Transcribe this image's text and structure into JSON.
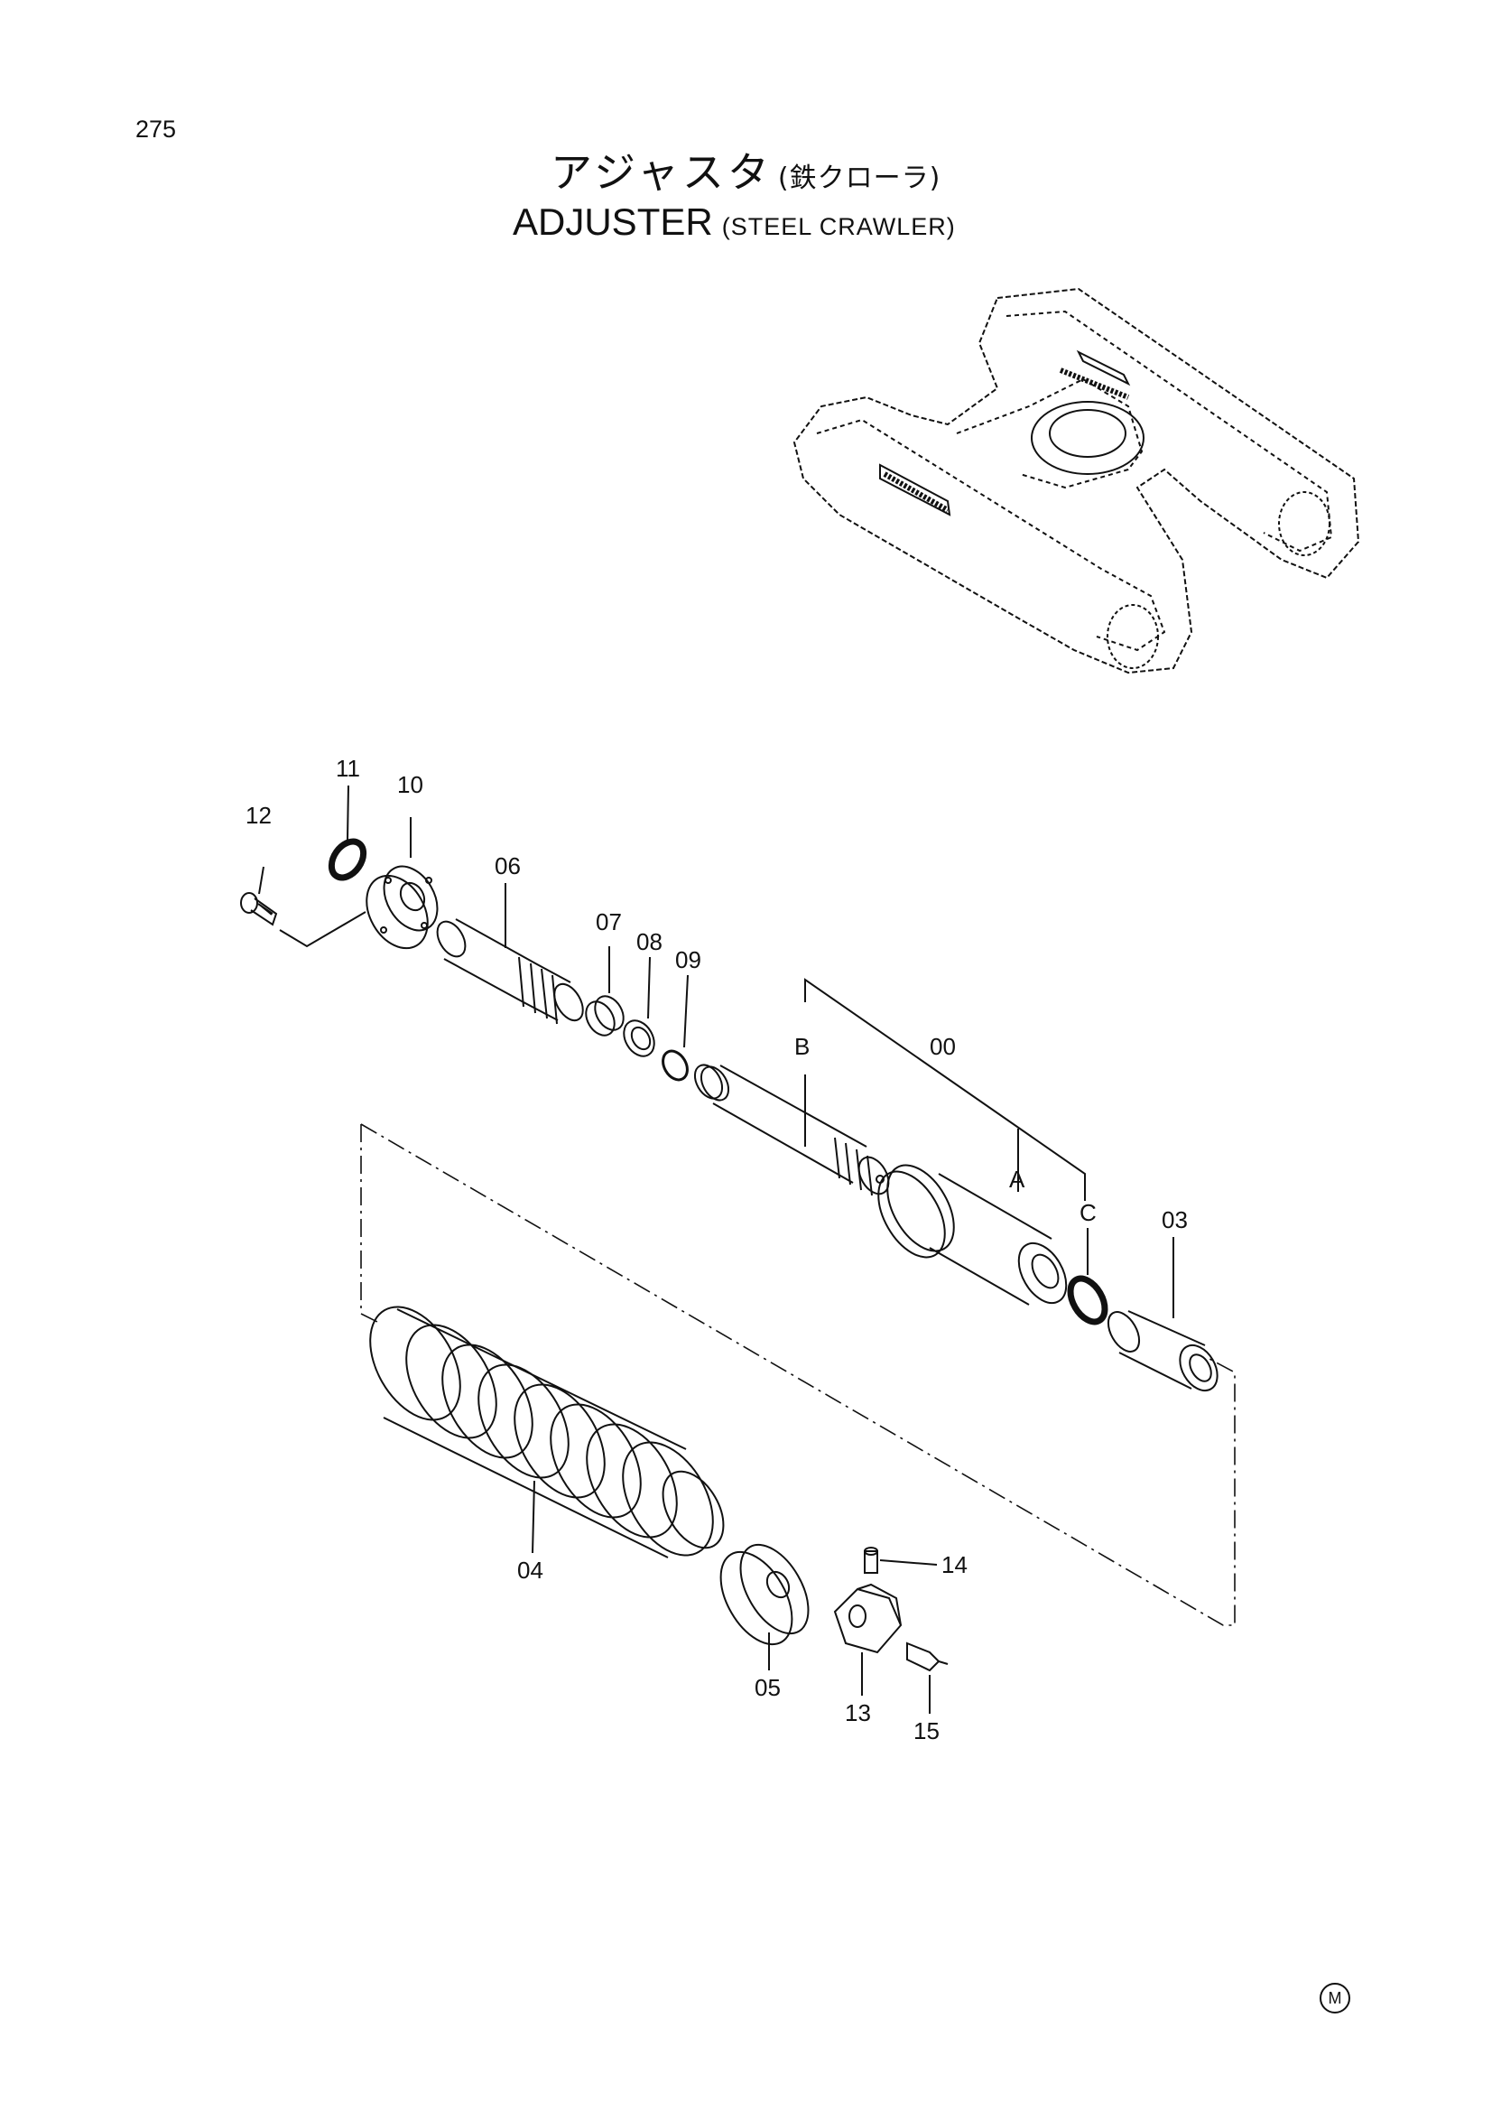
{
  "page_number": "275",
  "title": {
    "jp": "アジャスタ",
    "jp_sub": "(鉄クローラ)",
    "en": "ADJUSTER",
    "en_sub": "(STEEL CRAWLER)"
  },
  "parts": {
    "p00": "00",
    "p03": "03",
    "p04": "04",
    "p05": "05",
    "p06": "06",
    "p07": "07",
    "p08": "08",
    "p09": "09",
    "p10": "10",
    "p11": "11",
    "p12": "12",
    "p13": "13",
    "p14": "14",
    "p15": "15",
    "subA": "A",
    "subB": "B",
    "subC": "C"
  },
  "corner_mark": "M"
}
